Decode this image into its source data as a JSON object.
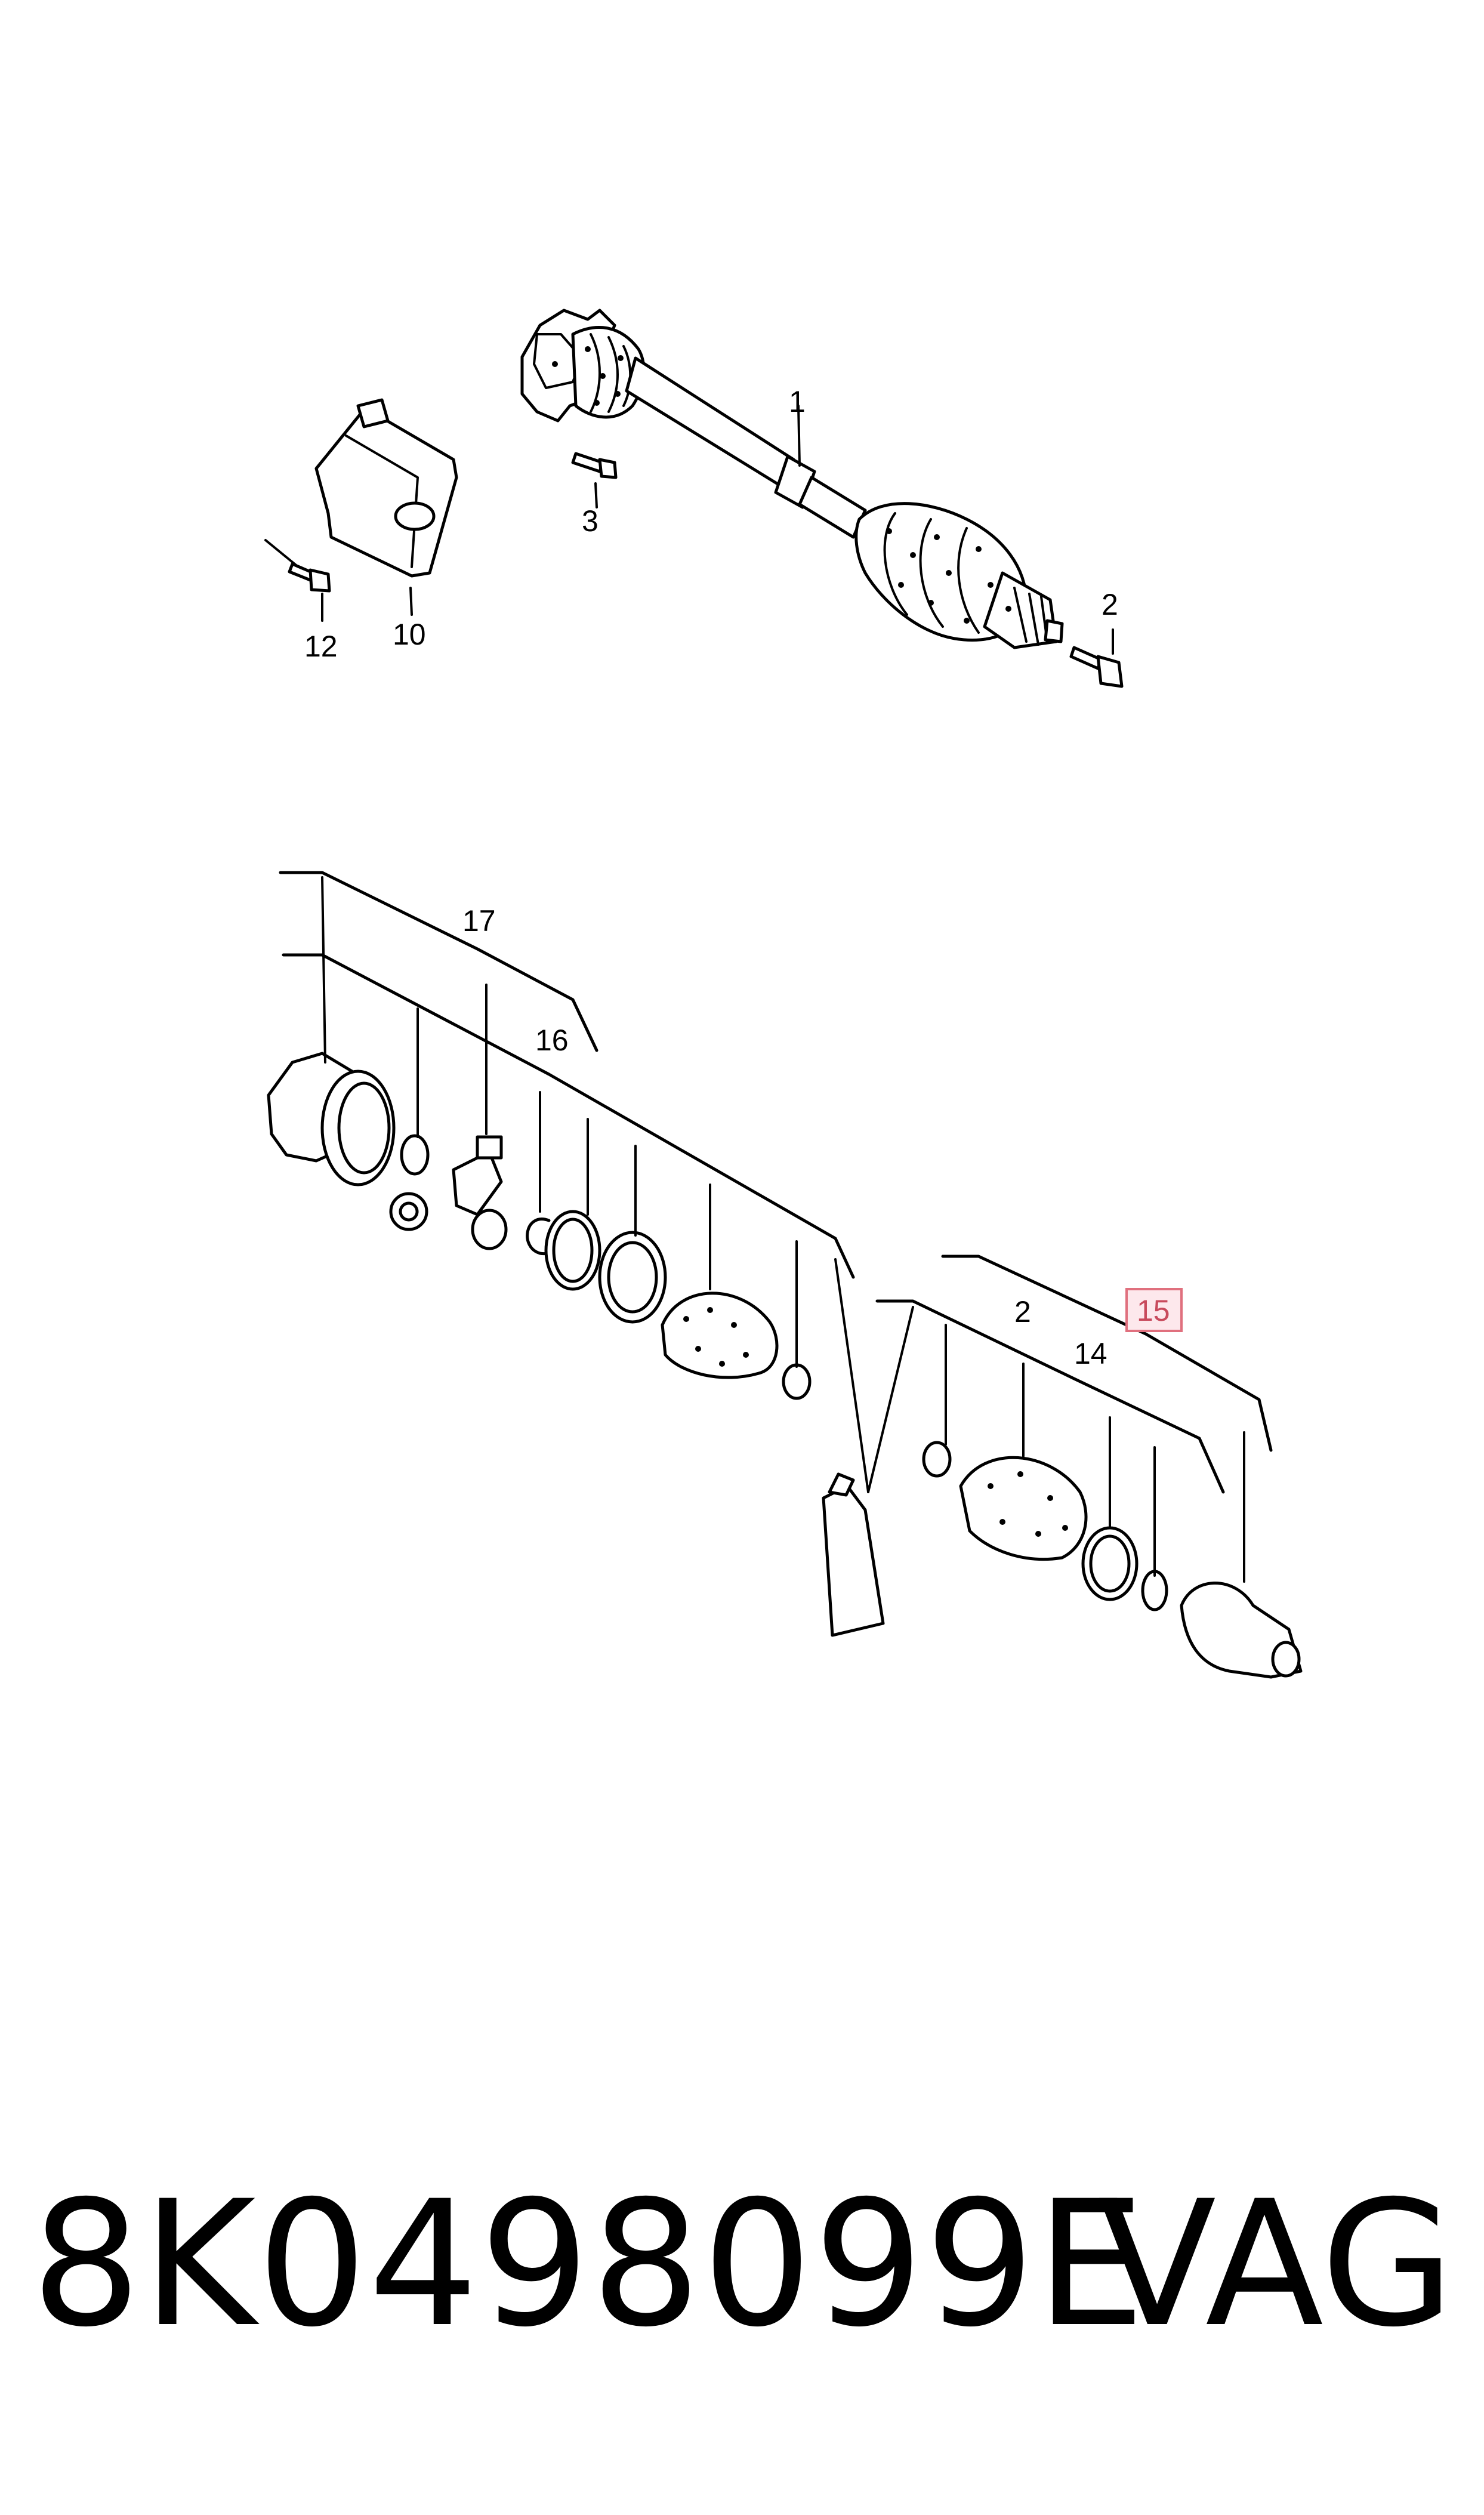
{
  "callouts": {
    "c1": "1",
    "c2_top": "2",
    "c3": "3",
    "c10": "10",
    "c12": "12",
    "c17": "17",
    "c16": "16",
    "c2_bottom": "2",
    "c14": "14",
    "c15": "15"
  },
  "footer": {
    "part_number": "8K0498099E",
    "brand": "VAG"
  },
  "colors": {
    "highlight_fill": "#fde8ec",
    "highlight_stroke": "#e0707e",
    "highlight_text": "#c84a5c"
  }
}
